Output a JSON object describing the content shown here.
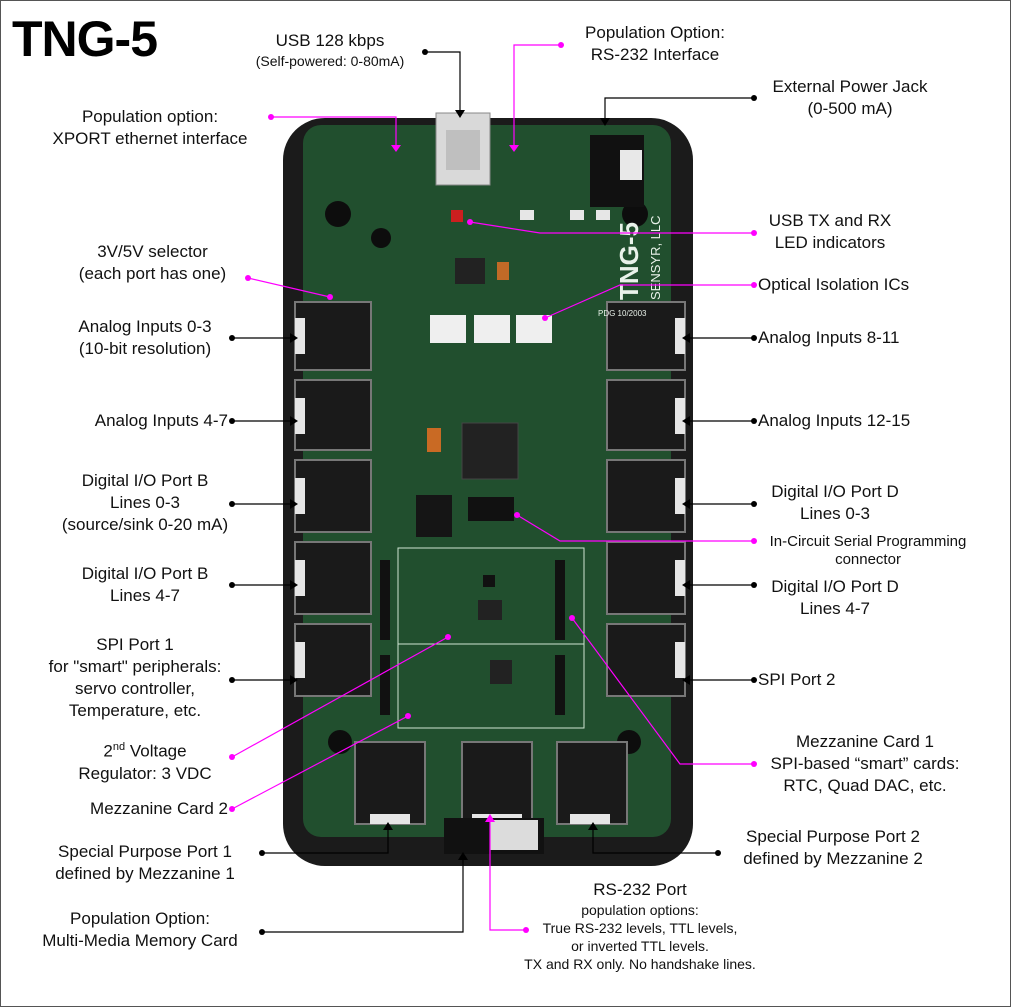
{
  "title": "TNG-5",
  "board_silk": "TNG-5",
  "board_maker": "SENSYR, LLC",
  "board_date": "PDG 10/2003",
  "labels": {
    "usb_line1": "USB  128 kbps",
    "usb_line2": "(Self-powered: 0-80mA)",
    "rs232_opt_line1": "Population Option:",
    "rs232_opt_line2": "RS-232 Interface",
    "power_line1": "External Power Jack",
    "power_line2": "(0-500 mA)",
    "xport_line1": "Population option:",
    "xport_line2": "XPORT ethernet interface",
    "usb_led_line1": "USB TX and RX",
    "usb_led_line2": "LED indicators",
    "selector_line1": "3V/5V selector",
    "selector_line2": "(each port has one)",
    "optical": "Optical Isolation ICs",
    "analog03_line1": "Analog Inputs 0-3",
    "analog03_line2": "(10-bit resolution)",
    "analog811": "Analog Inputs 8-11",
    "analog47": "Analog Inputs 4-7",
    "analog1215": "Analog Inputs 12-15",
    "dioB03_line1": "Digital I/O Port B",
    "dioB03_line2": "Lines 0-3",
    "dioB03_line3": "(source/sink 0-20 mA)",
    "dioD03_line1": "Digital I/O Port D",
    "dioD03_line2": "Lines 0-3",
    "icsp_line1": "In-Circuit Serial Programming",
    "icsp_line2": "connector",
    "dioB47_line1": "Digital I/O Port B",
    "dioB47_line2": "Lines 4-7",
    "dioD47_line1": "Digital I/O Port D",
    "dioD47_line2": "Lines 4-7",
    "spi1_line1": "SPI Port 1",
    "spi1_line2": "for \"smart\" peripherals:",
    "spi1_line3": "servo controller,",
    "spi1_line4": "Temperature, etc.",
    "spi2": "SPI Port 2",
    "vreg_line1_a": "2",
    "vreg_line1_sup": "nd",
    "vreg_line1_b": " Voltage",
    "vreg_line2": "Regulator: 3 VDC",
    "mezz1_line1": "Mezzanine Card 1",
    "mezz1_line2": "SPI-based “smart” cards:",
    "mezz1_line3": "RTC, Quad DAC, etc.",
    "mezz2": "Mezzanine Card 2",
    "sp1_line1": "Special Purpose Port 1",
    "sp1_line2": "defined by Mezzanine 1",
    "sp2_line1": "Special Purpose Port 2",
    "sp2_line2": "defined by Mezzanine 2",
    "mmc_line1": "Population Option:",
    "mmc_line2": "Multi-Media Memory Card",
    "rs232_line1": "RS-232 Port",
    "rs232_line2": "population options:",
    "rs232_line3": "True RS-232 levels, TTL levels,",
    "rs232_line4": "or inverted TTL levels.",
    "rs232_line5": "TX and RX only. No handshake lines."
  },
  "colors": {
    "black_leader": "#000000",
    "magenta_leader": "#ff00ff",
    "pcb_green": "#1f4d2c",
    "case_black": "#1a1a1a"
  }
}
